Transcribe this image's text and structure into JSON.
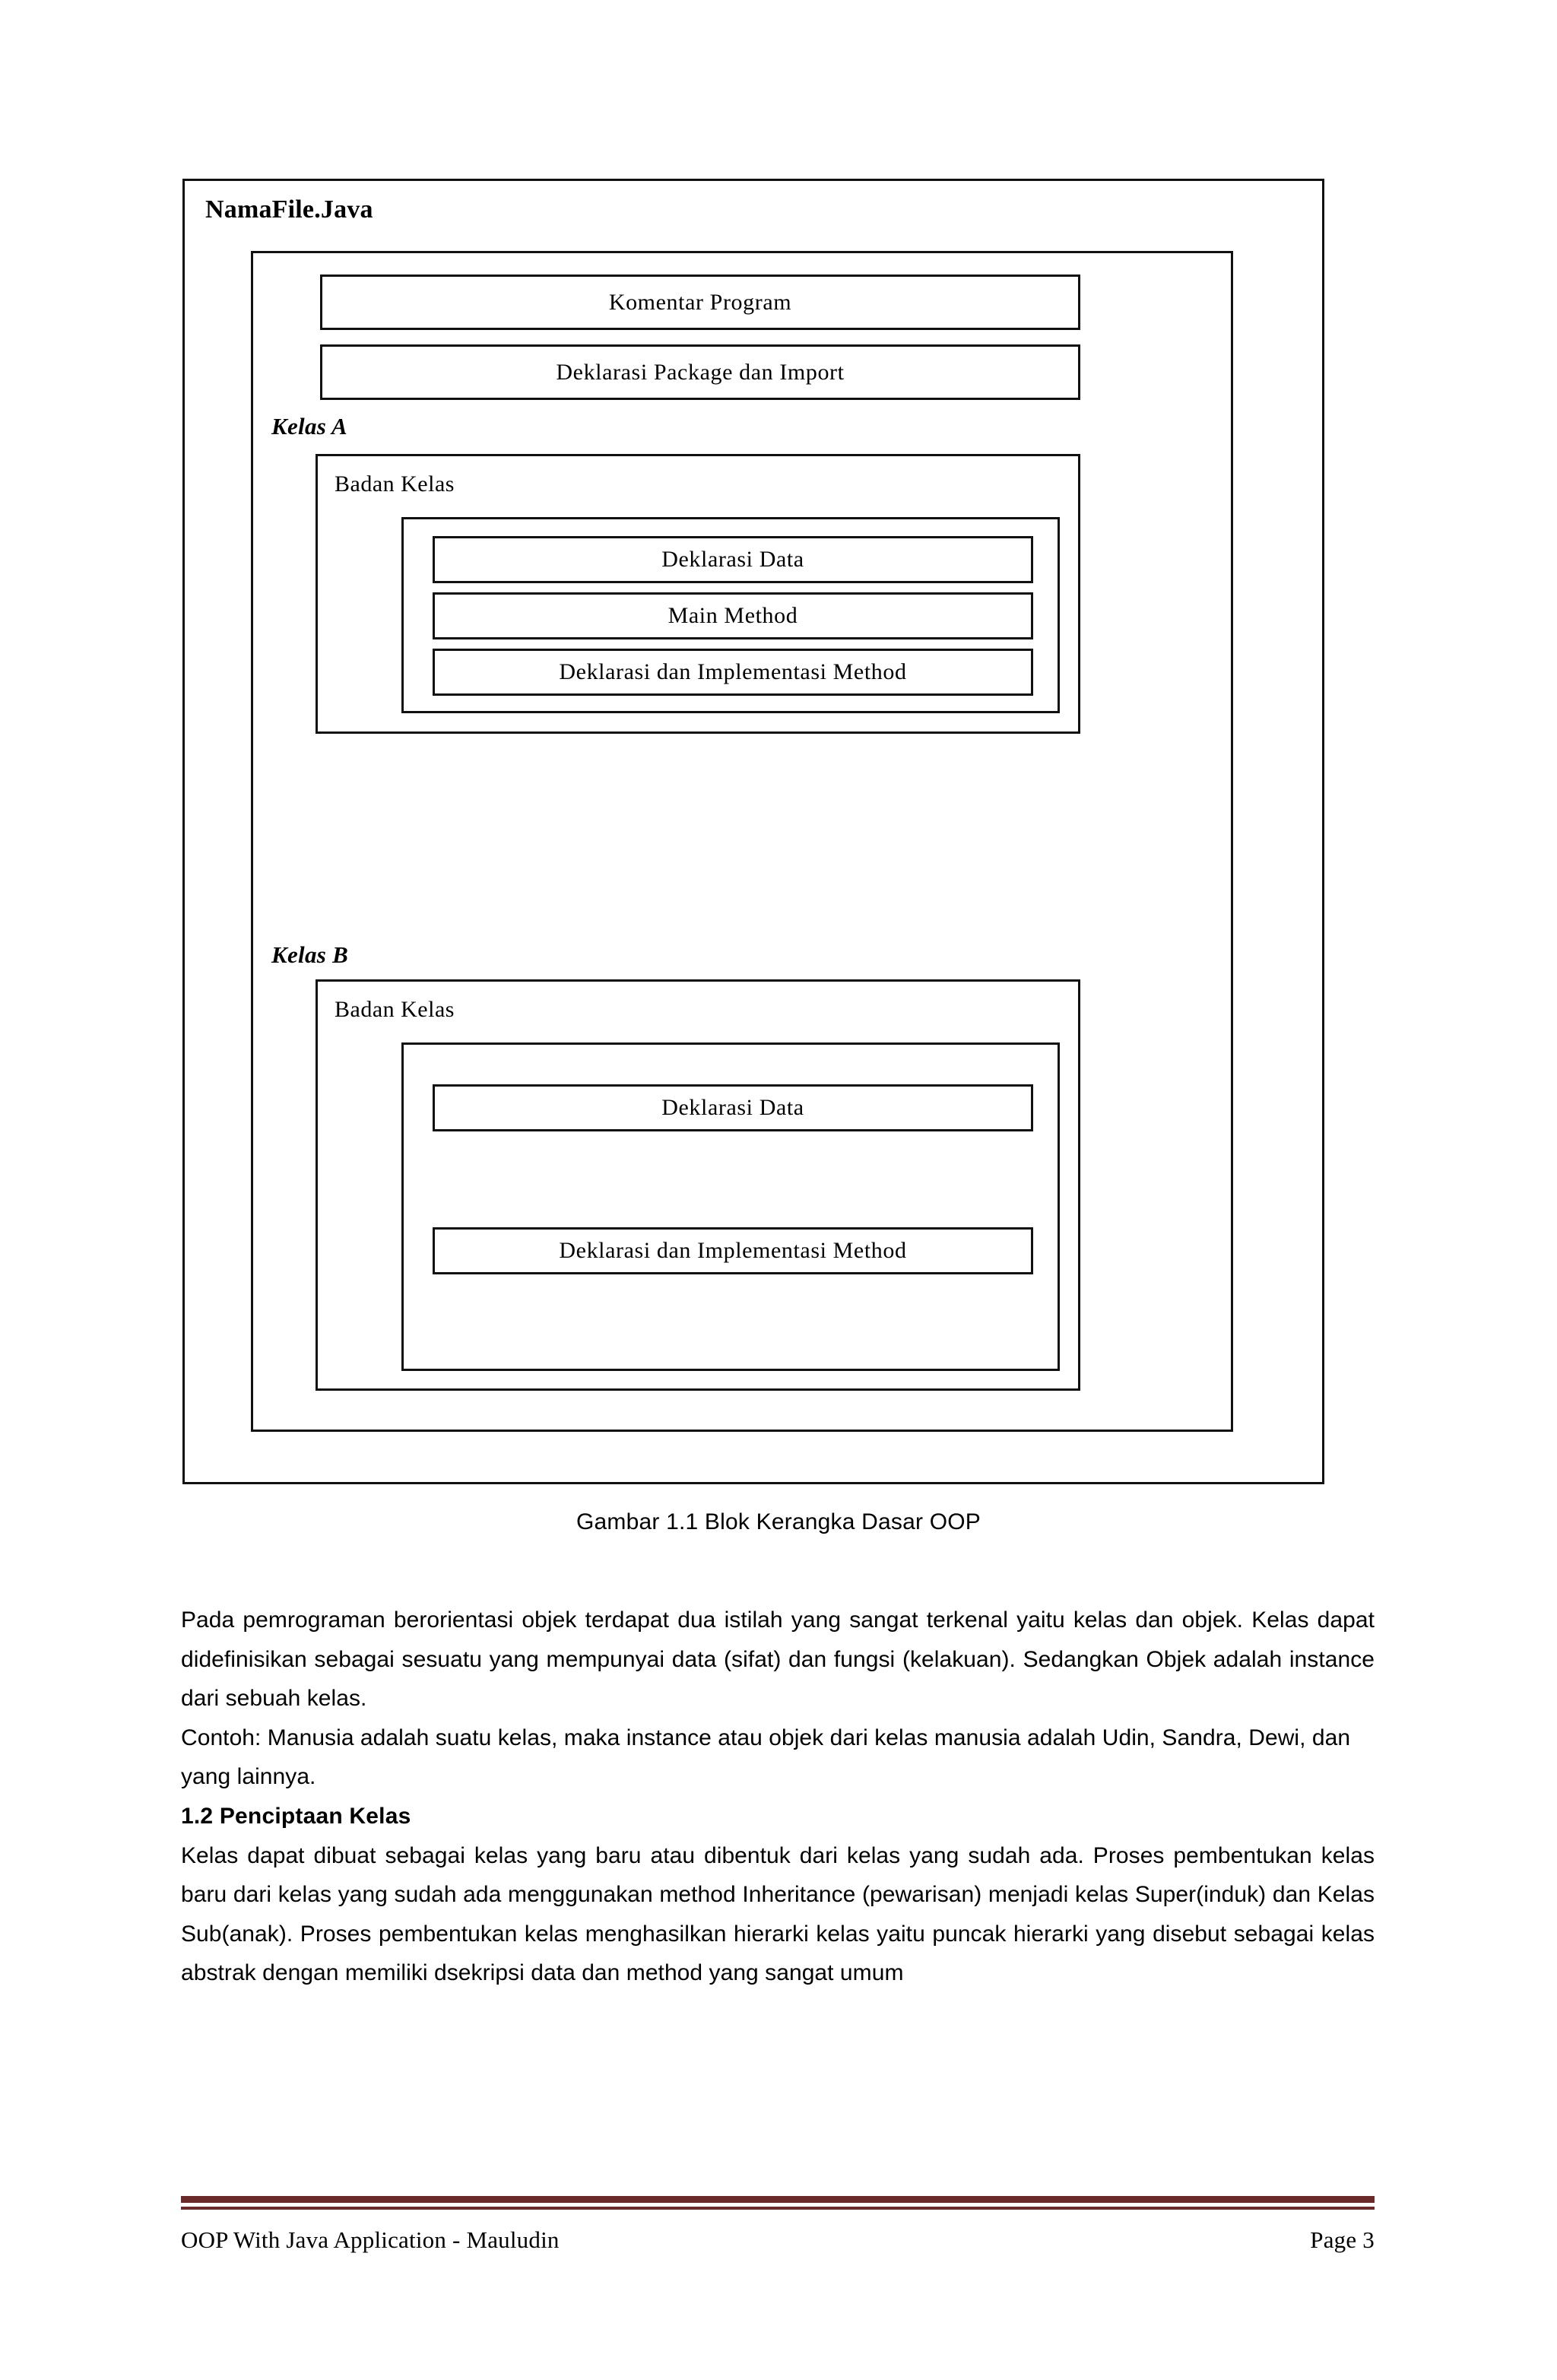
{
  "figure": {
    "file_title": "NamaFile.Java",
    "top_blocks": [
      {
        "label": "Komentar Program"
      },
      {
        "label": "Deklarasi Package dan Import"
      }
    ],
    "classes": [
      {
        "name": "Kelas A",
        "body_label": "Badan Kelas",
        "members": [
          "Deklarasi Data",
          "Main Method",
          "Deklarasi dan Implementasi Method"
        ]
      },
      {
        "name": "Kelas B",
        "body_label": "Badan Kelas",
        "members": [
          "Deklarasi Data",
          "Deklarasi dan Implementasi Method"
        ]
      }
    ],
    "caption": "Gambar 1.1 Blok Kerangka Dasar OOP"
  },
  "content": {
    "paragraph_1": "Pada pemrograman berorientasi objek terdapat dua istilah yang sangat terkenal yaitu kelas dan objek. Kelas dapat didefinisikan sebagai sesuatu yang mempunyai data (sifat) dan fungsi (kelakuan). Sedangkan Objek adalah instance dari sebuah kelas.",
    "paragraph_2": "Contoh: Manusia adalah suatu kelas, maka instance atau objek dari kelas manusia adalah Udin, Sandra, Dewi, dan yang lainnya.",
    "heading_1_2": "1.2 Penciptaan Kelas",
    "paragraph_3": "Kelas dapat dibuat sebagai kelas yang baru atau dibentuk dari kelas yang sudah ada. Proses pembentukan kelas baru dari kelas yang sudah ada menggunakan method Inheritance (pewarisan) menjadi kelas Super(induk) dan Kelas Sub(anak). Proses pembentukan kelas menghasilkan hierarki kelas yaitu puncak hierarki yang disebut sebagai kelas abstrak dengan memiliki dsekripsi data dan method yang sangat umum"
  },
  "footer": {
    "left_text": "OOP With Java Application - Mauludin",
    "right_text": "Page 3",
    "rule_color": "#6B2A2A"
  }
}
